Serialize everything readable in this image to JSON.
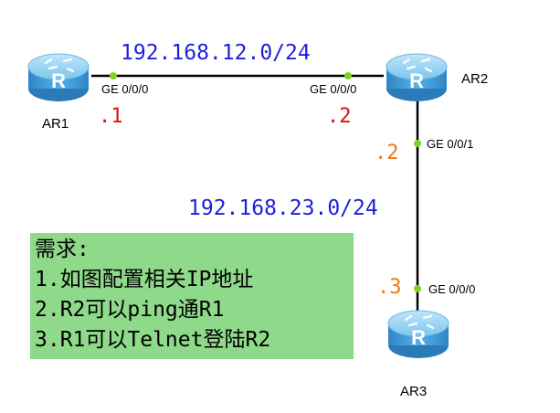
{
  "devices": [
    {
      "id": "ar1",
      "name": "AR1",
      "icon": "router-icon"
    },
    {
      "id": "ar2",
      "name": "AR2",
      "icon": "router-icon"
    },
    {
      "id": "ar3",
      "name": "AR3",
      "icon": "router-icon"
    }
  ],
  "links": [
    {
      "subnet": "192.168.12.0/24",
      "a": {
        "device": "AR1",
        "interface": "GE 0/0/0",
        "host": ".1"
      },
      "b": {
        "device": "AR2",
        "interface": "GE 0/0/0",
        "host": ".2"
      }
    },
    {
      "subnet": "192.168.23.0/24",
      "a": {
        "device": "AR2",
        "interface": "GE 0/0/1",
        "host": ".2"
      },
      "b": {
        "device": "AR3",
        "interface": "GE 0/0/0",
        "host": ".3"
      }
    }
  ],
  "requirements": {
    "title": "需求:",
    "items": [
      "1.如图配置相关IP地址",
      "2.R2可以ping通R1",
      "3.R1可以Telnet登陆R2"
    ]
  },
  "colors": {
    "link_line": "#000000",
    "port_dot": "#7ed321",
    "subnet_text": "#1f1fdc",
    "host_red": "#e01010",
    "host_orange": "#f07a10",
    "requirement_box": "#8fd98a",
    "router_body": "#4fa8dc"
  }
}
